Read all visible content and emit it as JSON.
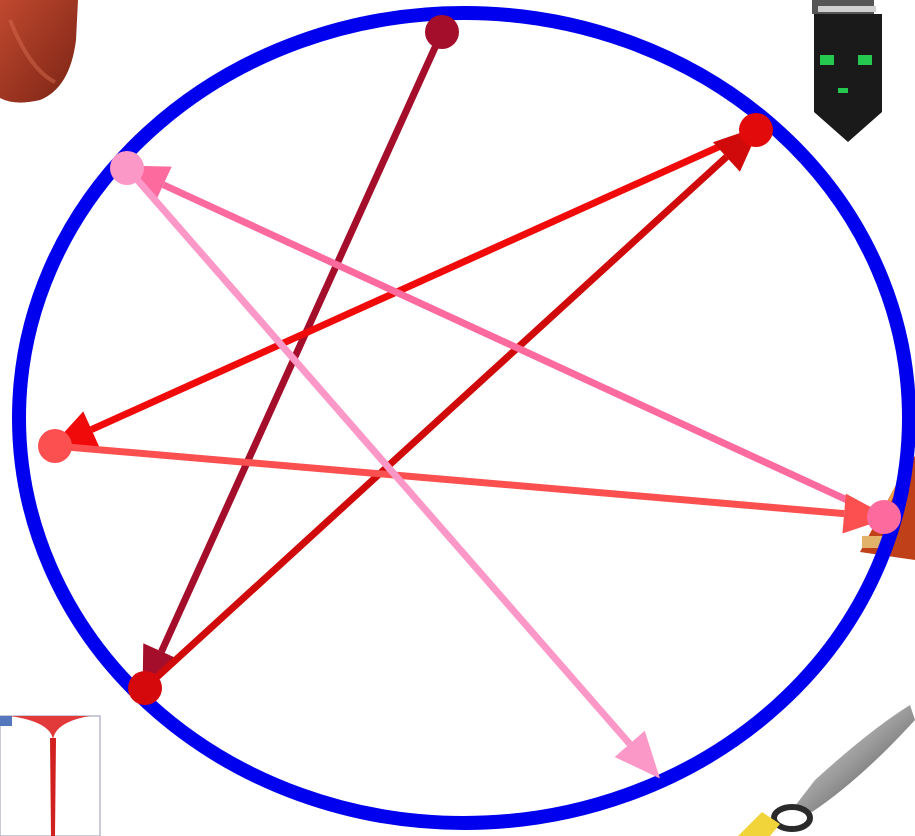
{
  "colors": {
    "circle": "#0000EE",
    "background": "#FFFFFF",
    "node_dark_red": "#A50E2A",
    "node_red": "#E20A0A",
    "node_pink": "#FC98C8",
    "node_coral": "#FC5050",
    "node_hot_pink": "#FC6A9E",
    "node_crimson": "#D5080C"
  },
  "nodes": [
    {
      "id": "n-top",
      "color_key": "node_dark_red"
    },
    {
      "id": "n-upper-right",
      "color_key": "node_red"
    },
    {
      "id": "n-upper-left",
      "color_key": "node_pink"
    },
    {
      "id": "n-left",
      "color_key": "node_coral"
    },
    {
      "id": "n-right",
      "color_key": "node_hot_pink"
    },
    {
      "id": "n-lower-left",
      "color_key": "node_crimson"
    }
  ],
  "arrows": [
    {
      "id": "a-top-to-lowerleft",
      "from": "n-top",
      "to": "n-lower-left",
      "color": "#A50E2A"
    },
    {
      "id": "a-upperright-to-left",
      "from": "n-upper-right",
      "to": "n-left",
      "color": "#F00A0A"
    },
    {
      "id": "a-lowerleft-to-upperright",
      "from": "n-lower-left",
      "to": "n-upper-right",
      "color": "#D00A0A"
    },
    {
      "id": "a-right-to-upperleft",
      "from": "n-right",
      "to": "n-upper-left",
      "color": "#FC6A9E"
    },
    {
      "id": "a-left-to-right",
      "from": "n-left",
      "to": "n-right",
      "color": "#FC5050"
    },
    {
      "id": "a-upperleft-to-bottom",
      "from": "n-upper-left",
      "to": "n-bottom-end",
      "color": "#FC98C8"
    }
  ],
  "decorations": [
    {
      "name": "clay-pot-photo"
    },
    {
      "name": "green-face-tag-photo"
    },
    {
      "name": "orange-triangle-photo"
    },
    {
      "name": "red-drip-thumbnail"
    },
    {
      "name": "scissors-photo"
    }
  ]
}
